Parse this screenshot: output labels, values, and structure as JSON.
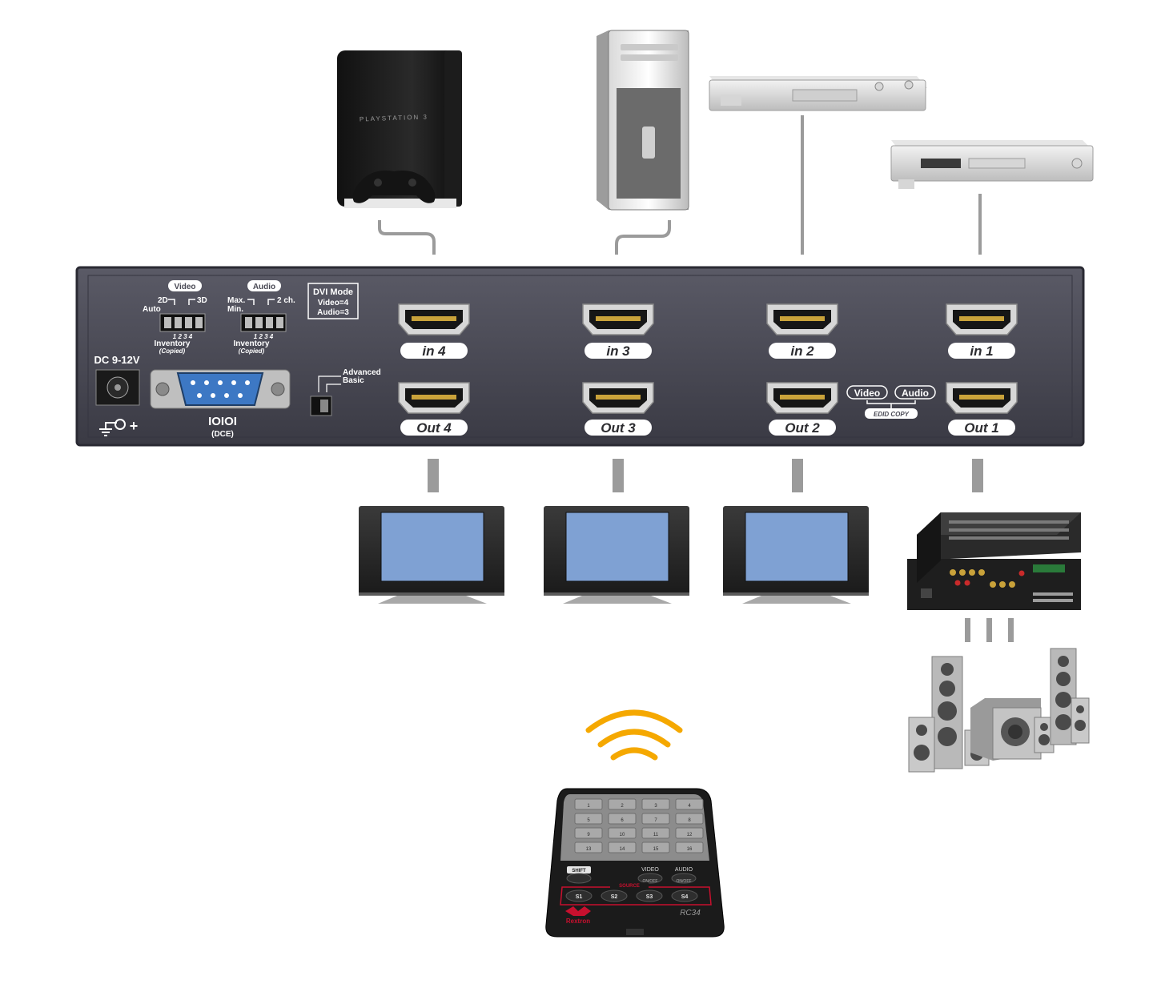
{
  "switch_panel": {
    "dc_label": "DC 9-12V",
    "video_badge": "Video",
    "video_opt_left_top": "2D",
    "video_opt_left_bottom": "Auto",
    "video_opt_right": "3D",
    "audio_badge": "Audio",
    "audio_opt_left_top": "Max.",
    "audio_opt_left_bottom": "Min.",
    "audio_opt_right": "2 ch.",
    "dip_numbers": "1 2 3 4",
    "inventory_label": "Inventory",
    "copied_label": "(Copied)",
    "dvi_title": "DVI Mode",
    "dvi_video": "Video=4",
    "dvi_audio": "Audio=3",
    "mode_advanced": "Advanced",
    "mode_basic": "Basic",
    "rs232_symbol": "IOIOI",
    "rs232_sub": "(DCE)",
    "edid_video": "Video",
    "edid_audio": "Audio",
    "edid_copy": "EDID COPY",
    "power_symbol": "+",
    "inputs": [
      "in 4",
      "in 3",
      "in 2",
      "in 1"
    ],
    "outputs": [
      "Out 4",
      "Out 3",
      "Out 2",
      "Out 1"
    ]
  },
  "sources": {
    "console_brand": "PLAYSTATION 3"
  },
  "remote": {
    "keypad": [
      "1",
      "2",
      "3",
      "4",
      "5",
      "6",
      "7",
      "8",
      "9",
      "10",
      "11",
      "12",
      "13",
      "14",
      "15",
      "16"
    ],
    "shift_label": "SHIFT",
    "video_label": "VIDEO",
    "audio_label": "AUDIO",
    "onoff_label_1": "ON/OFF",
    "onoff_label_2": "ON/OFF",
    "source_label": "SOURCE",
    "source_buttons": [
      "S1",
      "S2",
      "S3",
      "S4"
    ],
    "brand": "Rextron",
    "model": "RC34"
  },
  "colors": {
    "panel": "#4a4a55",
    "cable": "#9b9b9b",
    "screen": "#7fa1d3",
    "signal": "#f5a800",
    "remote_red": "#c8102e"
  }
}
